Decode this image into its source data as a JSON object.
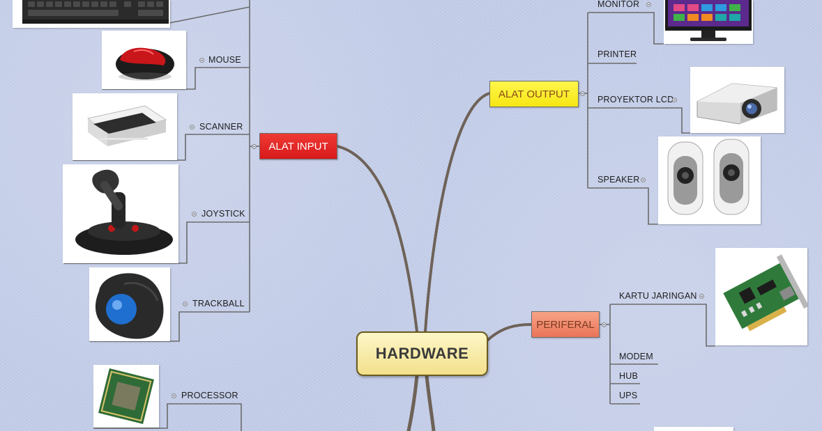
{
  "central_topic": "HARDWARE",
  "branches": {
    "input": {
      "label": "ALAT INPUT",
      "color": "#e0262a",
      "children": [
        "MOUSE",
        "SCANNER",
        "JOYSTICK",
        "TRACKBALL"
      ]
    },
    "output": {
      "label": "ALAT OUTPUT",
      "color": "#fff02a",
      "children": [
        "MONITOR",
        "PRINTER",
        "PROYEKTOR LCD",
        "SPEAKER"
      ]
    },
    "peripheral": {
      "label": "PERIFERAL",
      "color": "#f08a70",
      "children": [
        "KARTU JARINGAN",
        "MODEM",
        "HUB",
        "UPS"
      ]
    },
    "process": {
      "children": [
        "PROCESSOR"
      ]
    }
  },
  "images": [
    "keyboard",
    "mouse",
    "scanner",
    "joystick",
    "trackball",
    "processor",
    "monitor",
    "projector",
    "speaker",
    "network-card"
  ]
}
